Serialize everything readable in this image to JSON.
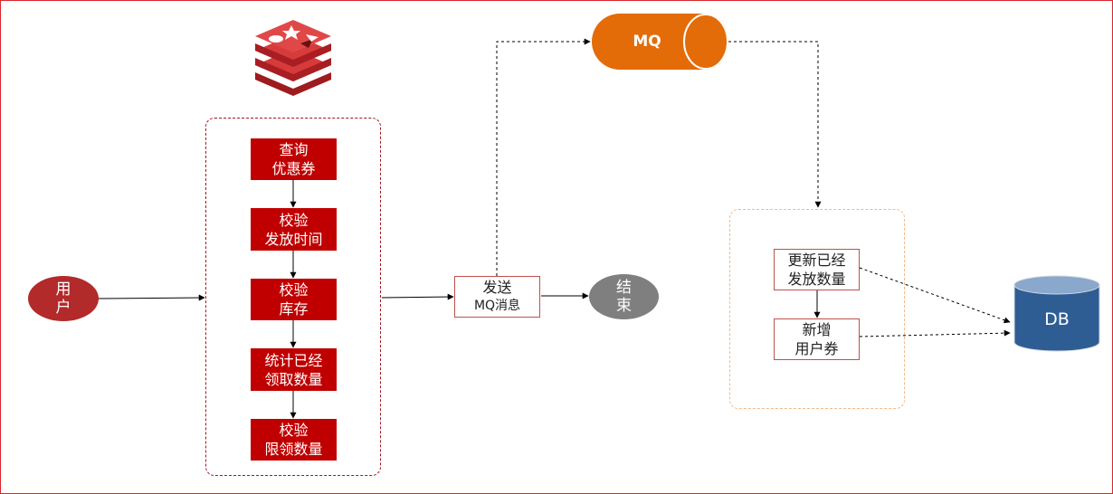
{
  "user": {
    "line1": "用",
    "line2": "户"
  },
  "redis_flow": [
    {
      "line1": "查询",
      "line2": "优惠券"
    },
    {
      "line1": "校验",
      "line2": "发放时间"
    },
    {
      "line1": "校验",
      "line2": "库存"
    },
    {
      "line1": "统计已经",
      "line2": "领取数量"
    },
    {
      "line1": "校验",
      "line2": "限领数量"
    }
  ],
  "send": {
    "line1": "发送",
    "line2": "MQ消息"
  },
  "end": {
    "line1": "结",
    "line2": "束"
  },
  "mq": {
    "label": "MQ"
  },
  "consumer_flow": [
    {
      "line1": "更新已经",
      "line2": "发放数量"
    },
    {
      "line1": "新增",
      "line2": "用户券"
    }
  ],
  "db": {
    "label": "DB"
  },
  "colors": {
    "accent_red": "#c00000",
    "user_oval": "#b22a2a",
    "end_oval": "#7f7f7f",
    "mq_orange": "#e36c09",
    "db_blue": "#2e5d93",
    "redis_red": "#c8282c"
  }
}
